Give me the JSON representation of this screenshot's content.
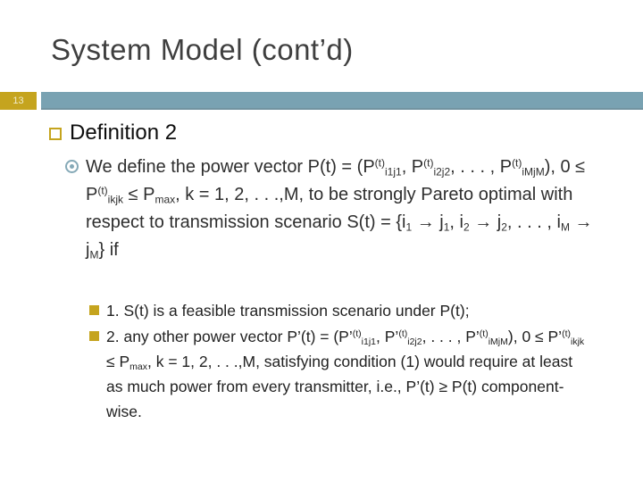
{
  "slide": {
    "title": "System Model (cont’d)",
    "page_number": "13",
    "colors": {
      "accent_gold": "#c5a41e",
      "accent_teal": "#79a2b2",
      "title_gray": "#3f3f3f",
      "page_number_text": "#f1ecca"
    },
    "heading": "Definition 2",
    "definition": {
      "segments": [
        {
          "t": "We define the power vector P(t) = (P"
        },
        {
          "t": "(t)",
          "s": "sup"
        },
        {
          "t": "i1j1",
          "s": "sub"
        },
        {
          "t": ", P"
        },
        {
          "t": "(t)",
          "s": "sup"
        },
        {
          "t": "i2j2",
          "s": "sub"
        },
        {
          "t": ", . . . , P"
        },
        {
          "t": "(t)",
          "s": "sup"
        },
        {
          "t": "iMjM",
          "s": "sub"
        },
        {
          "t": "), 0 ≤ P"
        },
        {
          "t": "(t)",
          "s": "sup"
        },
        {
          "t": "ikjk",
          "s": "sub"
        },
        {
          "t": " ≤ P"
        },
        {
          "t": "max",
          "s": "sub"
        },
        {
          "t": ", k = 1, 2, . . .,M, to be strongly Pareto optimal with respect to transmission scenario S(t) = {i"
        },
        {
          "t": "1",
          "s": "sub"
        },
        {
          "t": " → j"
        },
        {
          "t": "1",
          "s": "sub"
        },
        {
          "t": ", i"
        },
        {
          "t": "2",
          "s": "sub"
        },
        {
          "t": " → j"
        },
        {
          "t": "2",
          "s": "sub"
        },
        {
          "t": ", . . . , i"
        },
        {
          "t": "M",
          "s": "sub"
        },
        {
          "t": " → j"
        },
        {
          "t": "M",
          "s": "sub"
        },
        {
          "t": "} if"
        }
      ]
    },
    "items": [
      {
        "segments": [
          {
            "t": "1. S(t) is a feasible transmission scenario under P(t);"
          }
        ]
      },
      {
        "segments": [
          {
            "t": "2. any other power vector P’(t) = (P’"
          },
          {
            "t": "(t)",
            "s": "sup"
          },
          {
            "t": "i1j1",
            "s": "sub"
          },
          {
            "t": ", P’"
          },
          {
            "t": "(t)",
            "s": "sup"
          },
          {
            "t": "i2j2",
            "s": "sub"
          },
          {
            "t": ", . . . , P’"
          },
          {
            "t": "(t)",
            "s": "sup"
          },
          {
            "t": "iMjM",
            "s": "sub"
          },
          {
            "t": "), 0 ≤ P’"
          },
          {
            "t": "(t)",
            "s": "sup"
          },
          {
            "t": "ikjk",
            "s": "sub"
          },
          {
            "t": " ≤ P"
          },
          {
            "t": "max",
            "s": "sub"
          },
          {
            "t": ", k = 1, 2, . . .,M, satisfying condition (1) would require at least as much power from every transmitter, i.e., P’(t) ≥ P(t) component-wise."
          }
        ]
      }
    ]
  }
}
